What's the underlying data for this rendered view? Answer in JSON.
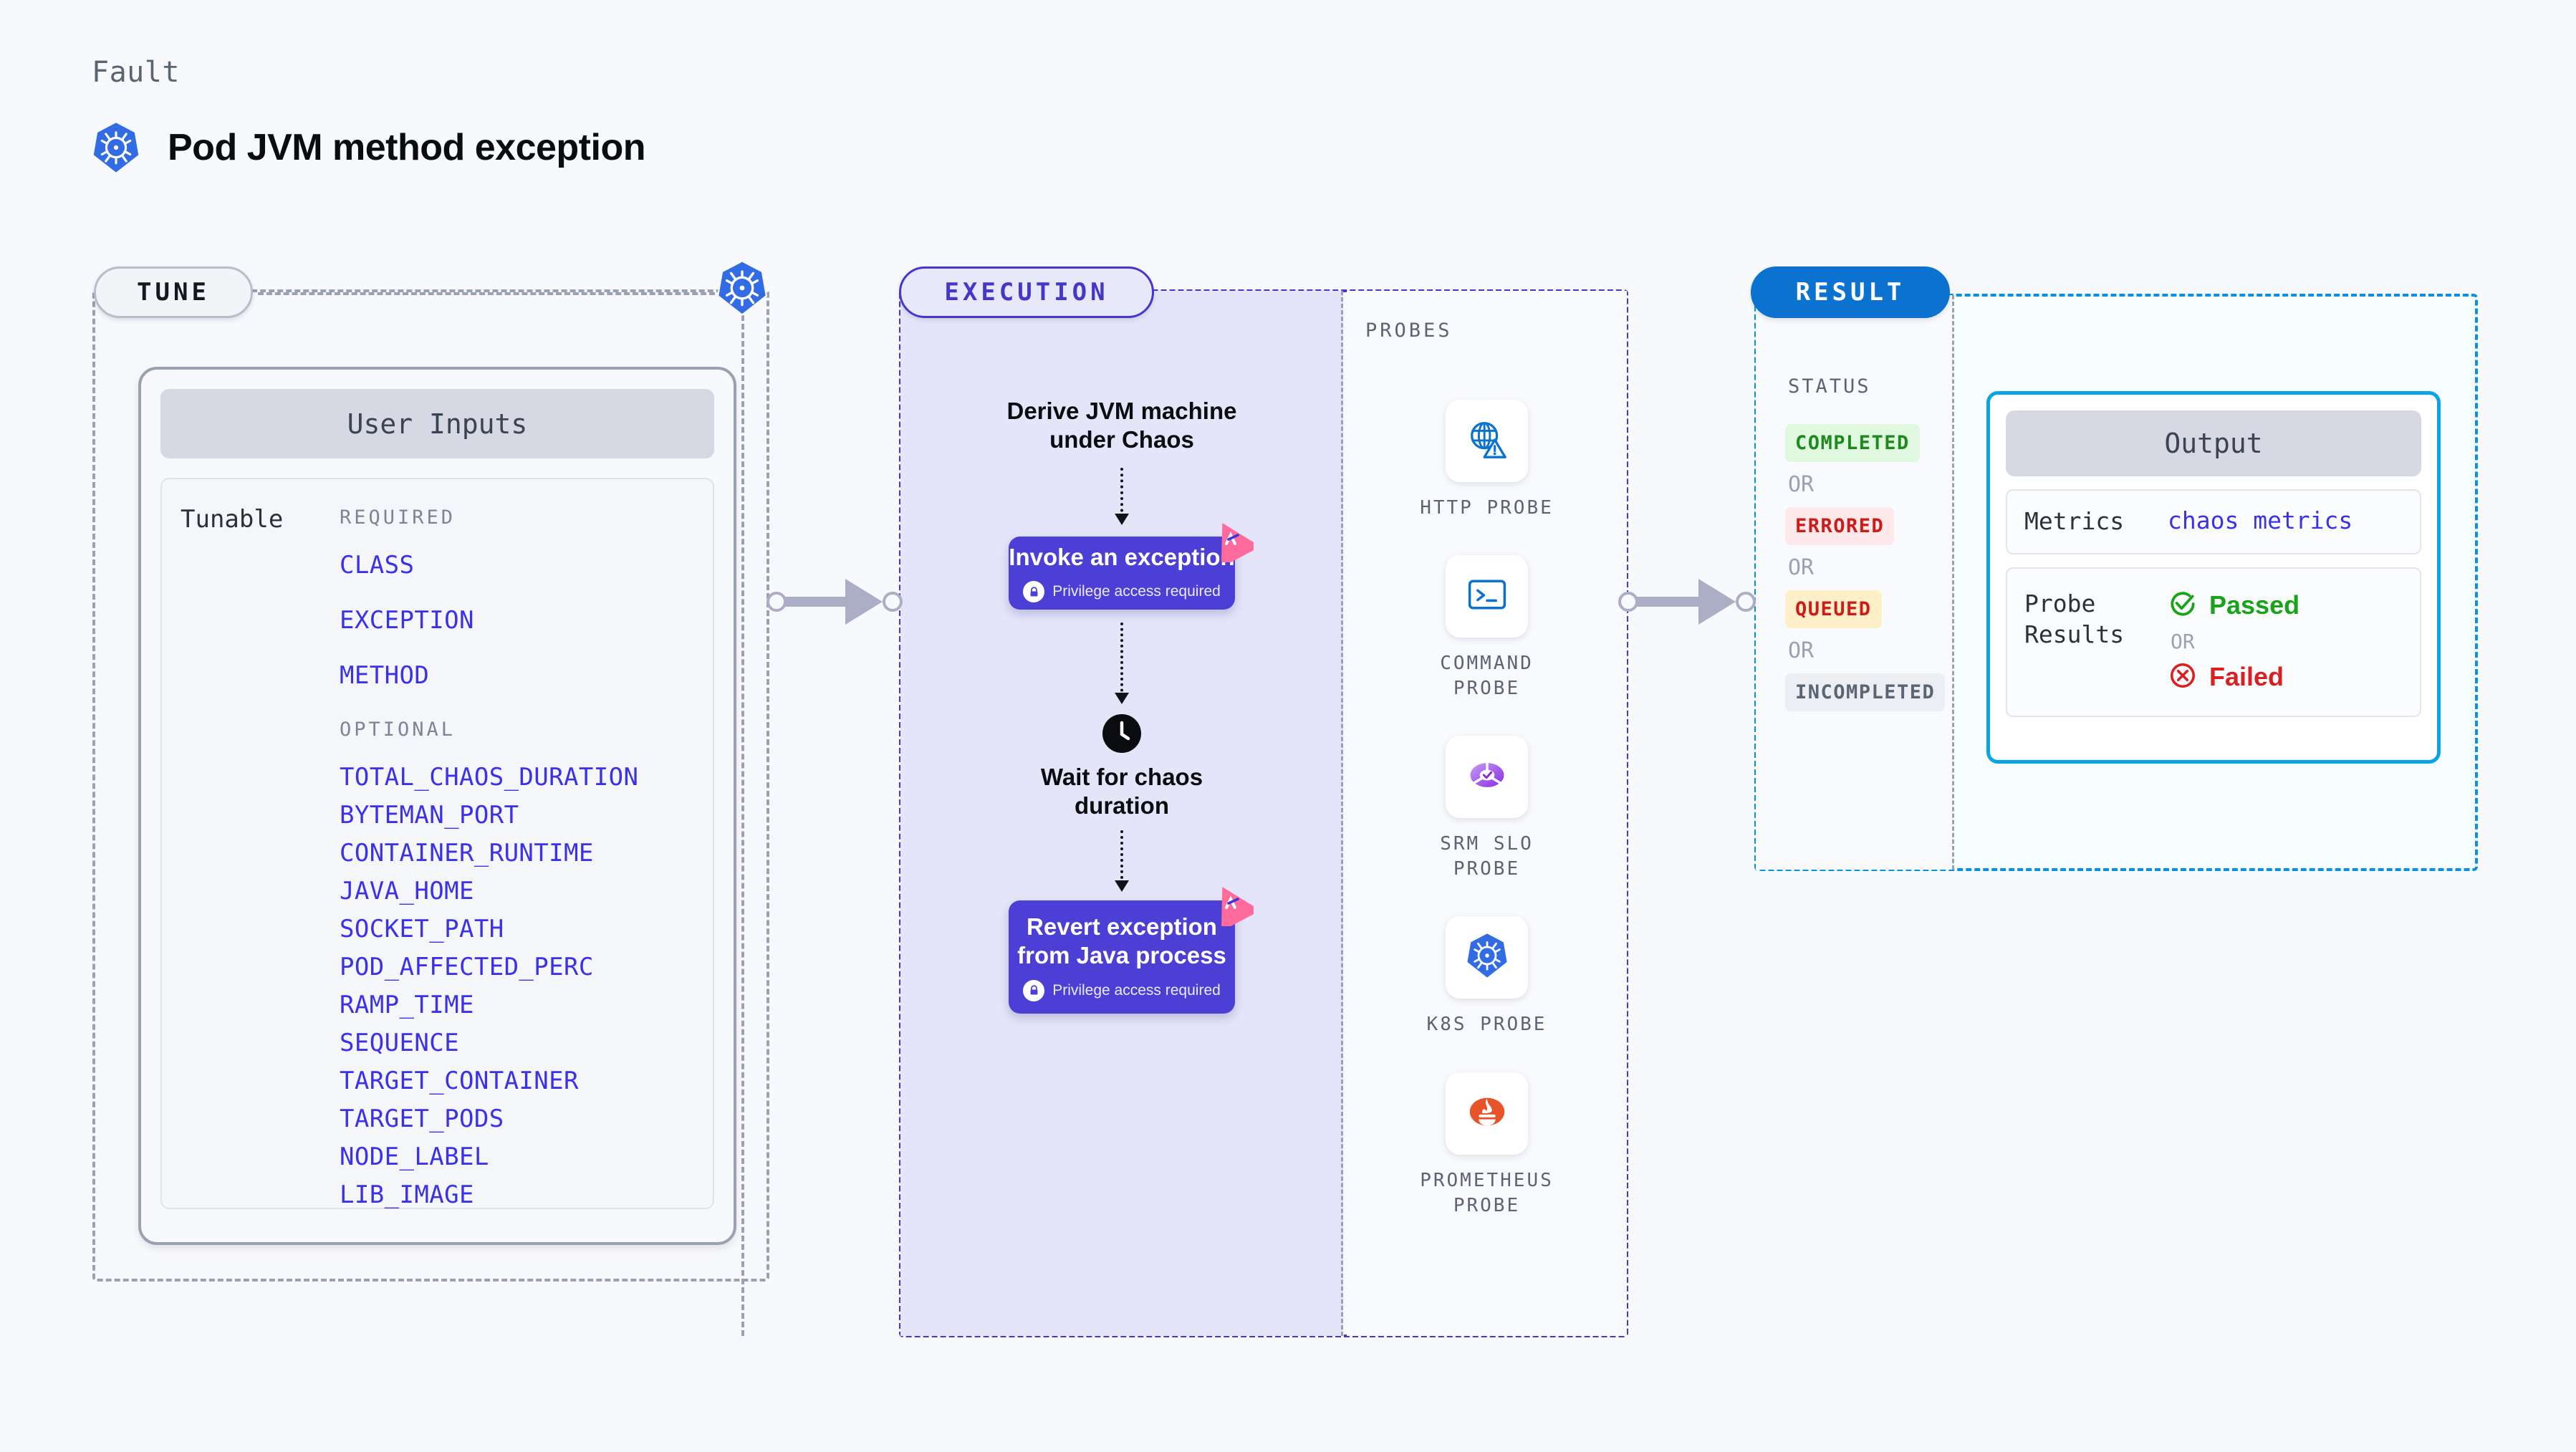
{
  "header": {
    "eyebrow": "Fault",
    "title": "Pod JVM method exception",
    "icon": "kubernetes-icon"
  },
  "colors": {
    "page_bg": "#f8f9fc",
    "accent_indigo": "#4338ca",
    "step_box": "#4c3fd6",
    "param_blue": "#3b31e8",
    "result_blue": "#0b72cf",
    "output_border": "#0aa3e6",
    "litmus_pink": "#ff6b9d",
    "k8s_blue": "#326ce5"
  },
  "tune": {
    "pill_label": "TUNE",
    "card_header": "User Inputs",
    "tunable_label": "Tunable",
    "groups": [
      {
        "title": "REQUIRED",
        "params": [
          "CLASS",
          "EXCEPTION",
          "METHOD"
        ]
      },
      {
        "title": "OPTIONAL",
        "params": [
          "TOTAL_CHAOS_DURATION",
          "BYTEMAN_PORT",
          "CONTAINER_RUNTIME",
          "JAVA_HOME",
          "SOCKET_PATH",
          "POD_AFFECTED_PERC",
          "RAMP_TIME",
          "SEQUENCE",
          "TARGET_CONTAINER",
          "TARGET_PODS",
          "NODE_LABEL",
          "LIB_IMAGE"
        ]
      }
    ]
  },
  "execution": {
    "pill_label": "EXECUTION",
    "flow": [
      {
        "kind": "text",
        "label": "Derive JVM machine\nunder Chaos"
      },
      {
        "kind": "step",
        "label": "Invoke an exception",
        "privilege_note": "Privilege access required",
        "badge": "litmus-chaos-icon",
        "lock_icon": "lock-icon"
      },
      {
        "kind": "clock",
        "icon": "clock-icon",
        "label": "Wait for chaos\nduration"
      },
      {
        "kind": "step",
        "label": "Revert exception\nfrom Java process",
        "privilege_note": "Privilege access required",
        "badge": "litmus-chaos-icon",
        "lock_icon": "lock-icon"
      }
    ]
  },
  "probes": {
    "label": "PROBES",
    "items": [
      {
        "name": "HTTP PROBE",
        "icon": "globe-warning-icon"
      },
      {
        "name": "COMMAND\nPROBE",
        "icon": "terminal-icon"
      },
      {
        "name": "SRM SLO\nPROBE",
        "icon": "srm-slo-icon"
      },
      {
        "name": "K8S PROBE",
        "icon": "kubernetes-icon"
      },
      {
        "name": "PROMETHEUS\nPROBE",
        "icon": "prometheus-icon"
      }
    ]
  },
  "result": {
    "pill_label": "RESULT",
    "status_label": "STATUS",
    "or_label": "OR",
    "statuses": [
      {
        "label": "COMPLETED",
        "tone": "completed"
      },
      {
        "label": "ERRORED",
        "tone": "errored"
      },
      {
        "label": "QUEUED",
        "tone": "queued"
      },
      {
        "label": "INCOMPLETED",
        "tone": "incompleted"
      }
    ],
    "output": {
      "header": "Output",
      "metrics_key": "Metrics",
      "metrics_value": "chaos metrics",
      "probe_results_key": "Probe\nResults",
      "passed_label": "Passed",
      "failed_label": "Failed",
      "or_label": "OR",
      "passed_icon": "check-circle-icon",
      "failed_icon": "x-circle-icon"
    }
  }
}
